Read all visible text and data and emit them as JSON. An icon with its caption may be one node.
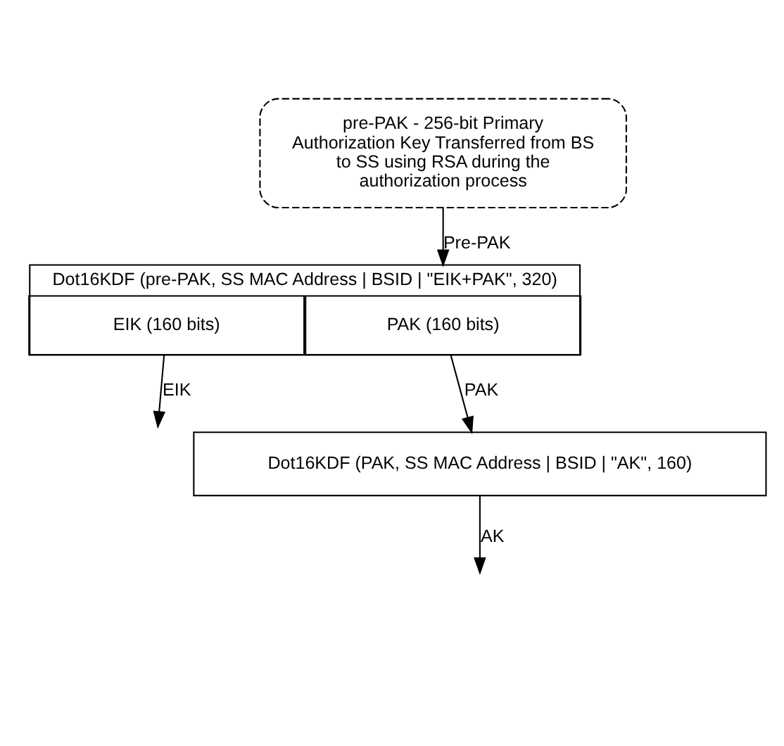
{
  "diagram": {
    "nodes": [
      {
        "text": [
          "pre-PAK - 256-bit Primary Authorization Key Transferred from BS to SS using RSA during the authorization process"
        ]
      },
      {
        "text": [
          "Dot16KDF (pre-PAK, SS MAC Address | BSID | \"EIK+PAK\", 320)"
        ]
      },
      {
        "text": [
          "EIK (160 bits)"
        ],
        "in": 1
      },
      {
        "text": [
          "PAK (160 bits)"
        ],
        "in": 1
      },
      {
        "text": [
          "Dot16KDF (PAK, SS MAC Address | BSID | \"AK\", 160)"
        ]
      }
    ],
    "edges": [
      {
        "from": 0,
        "to": 1,
        "arrow": "to",
        "label": "Pre-PAK"
      },
      {
        "from": 2,
        "to": null,
        "arrow": "to",
        "label": "EIK"
      },
      {
        "from": 3,
        "to": 4,
        "arrow": "to",
        "label": "PAK"
      },
      {
        "from": 4,
        "to": null,
        "arrow": "to",
        "label": "AK"
      }
    ]
  }
}
